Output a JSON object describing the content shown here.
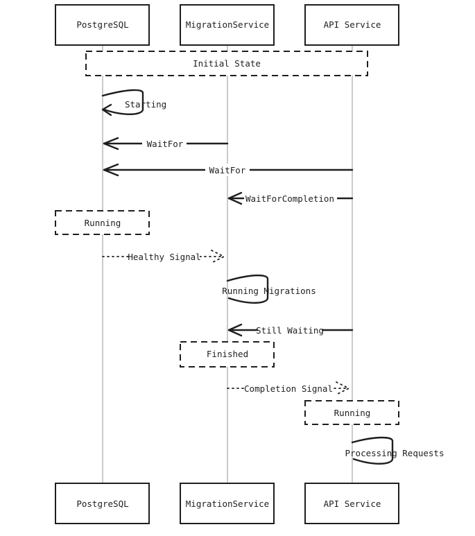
{
  "participants": [
    {
      "name": "PostgreSQL"
    },
    {
      "name": "MigrationService"
    },
    {
      "name": "API Service"
    }
  ],
  "notes": {
    "initial_state": "Initial State",
    "postgres_running": "Running",
    "migration_finished": "Finished",
    "api_running": "Running"
  },
  "messages": {
    "starting": "Starting",
    "migration_waitfor": "WaitFor",
    "api_waitfor": "WaitFor",
    "wait_for_completion": "WaitForCompletion",
    "healthy_signal": "Healthy Signal",
    "running_migrations": "Running Migrations",
    "still_waiting": "Still Waiting",
    "completion_signal": "Completion Signal",
    "processing_requests": "Processing Requests"
  },
  "colors": {
    "ink": "#1e1e1e",
    "lifeline": "#a8a8a8",
    "background": "#ffffff"
  }
}
